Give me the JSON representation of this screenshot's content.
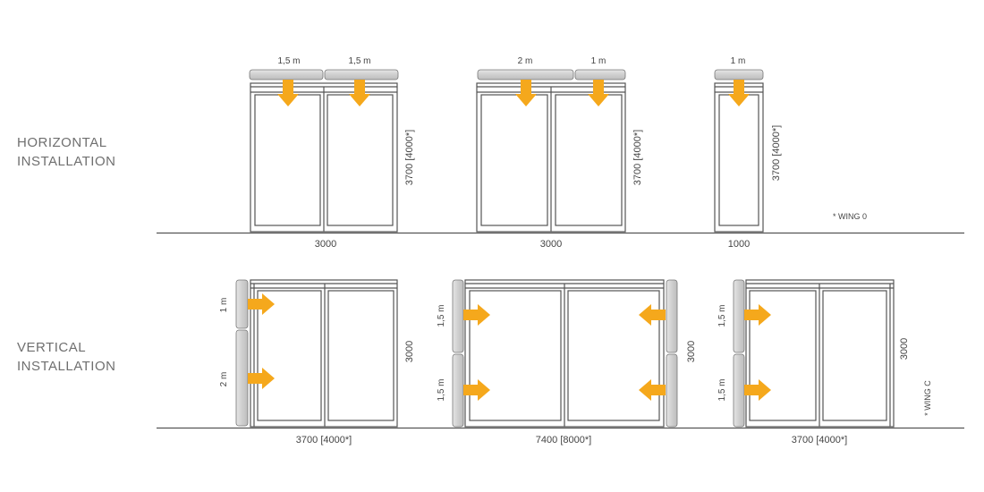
{
  "labels": {
    "horizontal_line1": "HORIZONTAL",
    "horizontal_line2": "INSTALLATION",
    "vertical_line1": "VERTICAL",
    "vertical_line2": "INSTALLATION"
  },
  "horizontal": {
    "d1": {
      "top_left": "1,5 m",
      "top_right": "1,5 m",
      "height": "3700 [4000*]",
      "width": "3000"
    },
    "d2": {
      "top_left": "2 m",
      "top_right": "1 m",
      "height": "3700 [4000*]",
      "width": "3000"
    },
    "d3": {
      "top": "1 m",
      "height": "3700 [4000*]",
      "width": "1000"
    },
    "footnote": "* WING 0"
  },
  "vertical": {
    "d1": {
      "upper": "1 m",
      "lower": "2 m",
      "height": "3000",
      "width": "3700 [4000*]"
    },
    "d2": {
      "upper": "1,5 m",
      "lower": "1,5 m",
      "height": "3000",
      "width": "7400 [8000*]"
    },
    "d3": {
      "upper": "1,5 m",
      "lower": "1,5 m",
      "height": "3000",
      "width": "3700 [4000*]"
    },
    "footnote": "* WING C"
  },
  "colors": {
    "arrow": "#F5A81C",
    "line": "#555555",
    "curtain_fill": "#D6D6D6",
    "label": "#6F6F6F"
  }
}
